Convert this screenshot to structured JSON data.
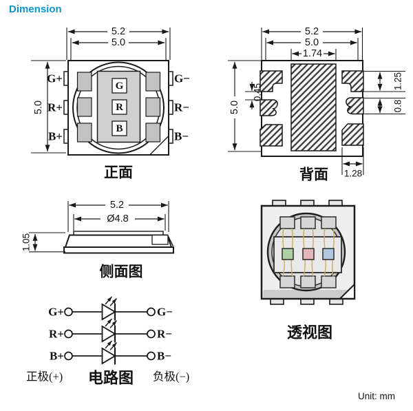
{
  "header": {
    "title": "Dimension"
  },
  "footer": {
    "unit": "Unit: mm"
  },
  "colors": {
    "accent": "#0d94c9",
    "chip_green": "#adcfa3",
    "chip_red": "#e4b6b9",
    "chip_blue": "#b2c8e1",
    "wire": "#cfa95f"
  },
  "front_view": {
    "caption": "正面",
    "dims": {
      "outer_width": "5.2",
      "inner_width": "5.0",
      "height": "5.0"
    },
    "pins": {
      "g_pos": "G+",
      "r_pos": "R+",
      "b_pos": "B+",
      "g_neg": "G−",
      "r_neg": "R−",
      "b_neg": "B−"
    },
    "chips": {
      "g": "G",
      "r": "R",
      "b": "B"
    }
  },
  "back_view": {
    "caption": "背面",
    "dims": {
      "outer_width": "5.2",
      "inner_width": "5.0",
      "center_pad_width": "1.74",
      "height": "5.0",
      "pad_gap": "0.45",
      "top_pad_height": "1.25",
      "mid_pad_height": "0.8",
      "bottom_pad_width": "1.28"
    }
  },
  "side_view": {
    "caption": "侧面图",
    "dims": {
      "width": "5.2",
      "lens_diameter": "Ø4.8",
      "height": "1.05"
    }
  },
  "circuit": {
    "caption": "电路图",
    "anode_label": "正极(+)",
    "cathode_label": "负极(−)",
    "rows": [
      {
        "pos": "G+",
        "neg": "G−"
      },
      {
        "pos": "R+",
        "neg": "R−"
      },
      {
        "pos": "B+",
        "neg": "B−"
      }
    ]
  },
  "perspective_view": {
    "caption": "透视图"
  }
}
